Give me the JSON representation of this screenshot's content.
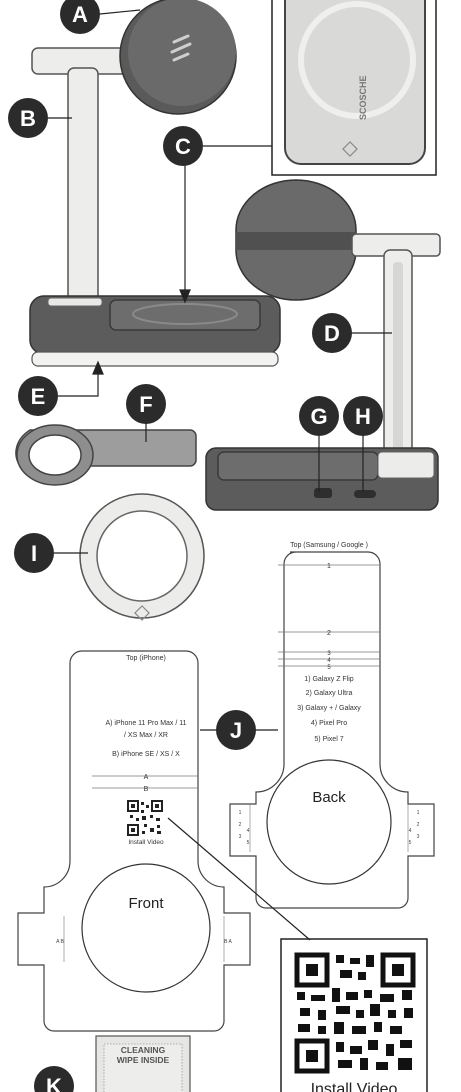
{
  "callouts": {
    "A": "A",
    "B": "B",
    "C": "C",
    "D": "D",
    "E": "E",
    "F": "F",
    "G": "G",
    "H": "H",
    "I": "I",
    "J": "J",
    "K": "K"
  },
  "phone_brand_text": "SCOSCHE",
  "template_back": {
    "top_label": "Top (Samsung / Google )",
    "line_labels": [
      "1",
      "2",
      "3",
      "4",
      "5"
    ],
    "devices": [
      "1) Galaxy Z Flip",
      "2) Galaxy Ultra",
      "3) Galaxy + / Galaxy",
      "4) Pixel Pro",
      "5) Pixel 7"
    ],
    "side_label": "Back",
    "tab_nums_left": [
      "1",
      "2",
      "3",
      "4",
      "5"
    ],
    "tab_nums_right": [
      "1",
      "2",
      "3",
      "4",
      "5"
    ]
  },
  "template_front": {
    "top_label": "Top (iPhone)",
    "device_a_line1": "A) iPhone 11 Pro Max / 11",
    "device_a_line2": "/ XS Max / XR",
    "device_b": "B) iPhone SE / XS / X",
    "line_labels": [
      "A",
      "B"
    ],
    "qr_caption": "Install Video",
    "side_label": "Front",
    "tab_left": "A  B",
    "tab_right": "B  A"
  },
  "qr_enlarged_caption": "Install Video",
  "wipe_packet": {
    "line1": "CLEANING",
    "line2": "WIPE INSIDE"
  },
  "colors": {
    "callout_fill": "#2b2b2b",
    "device_light": "#ebebea",
    "device_dark": "#555556",
    "outline": "#3a3a3a"
  }
}
